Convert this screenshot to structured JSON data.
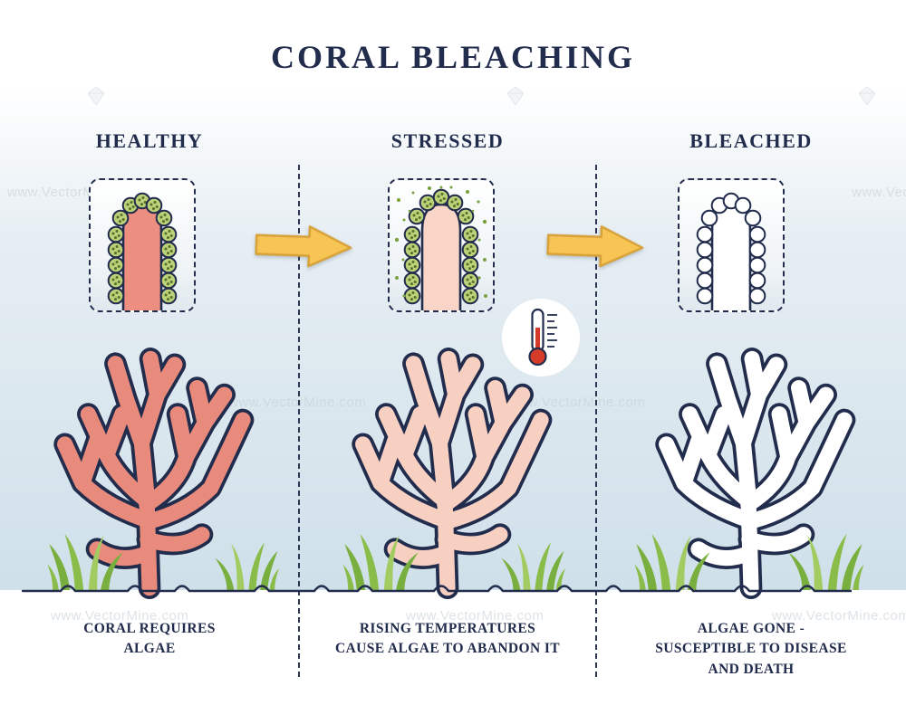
{
  "title": "CORAL BLEACHING",
  "watermark": {
    "text": "www.VectorMine.com"
  },
  "stages": [
    {
      "id": "healthy",
      "label": "HEALTHY",
      "caption_lines": [
        "CORAL REQUIRES",
        "ALGAE"
      ]
    },
    {
      "id": "stressed",
      "label": "STRESSED",
      "caption_lines": [
        "RISING TEMPERATURES",
        "CAUSE ALGAE TO ABANDON IT"
      ]
    },
    {
      "id": "bleached",
      "label": "BLEACHED",
      "caption_lines": [
        "ALGAE GONE -",
        "SUSCEPTIBLE TO DISEASE",
        "AND DEATH"
      ]
    }
  ],
  "icons": {
    "arrow": "right-arrow",
    "thermometer": "thermometer",
    "watermark_logo": "gem"
  },
  "colors": {
    "ink": "#222c4c",
    "healthy_coral": "#e88a7c",
    "stressed_coral": "#f7d0c2",
    "bleached_coral": "#ffffff",
    "algae_green": "#bdd178",
    "algae_dot_green": "#52702a",
    "grass_green": "#8abc49",
    "arrow_yellow": "#f7c553",
    "sea_blue": "#cfe0ea",
    "thermometer_red": "#d63b2a"
  }
}
